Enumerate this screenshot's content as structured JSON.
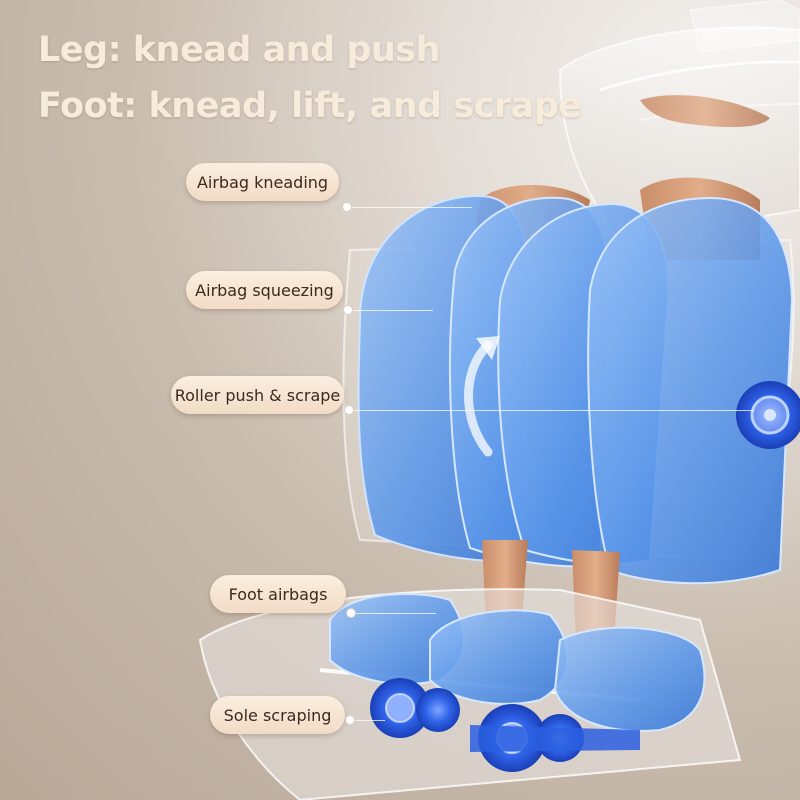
{
  "headline": {
    "line1": "Leg: knead and push",
    "line2": "Foot: knead, lift, and scrape"
  },
  "callouts": [
    {
      "label": "Airbag kneading"
    },
    {
      "label": "Airbag squeezing"
    },
    {
      "label": "Roller push & scrape"
    },
    {
      "label": "Foot airbags"
    },
    {
      "label": "Sole scraping"
    }
  ],
  "colors": {
    "headline_text": "#f7ecdc",
    "pill_fill": "#f5e3cf",
    "pill_text": "#3b2a1d",
    "airbag_blue": "#4f8ee6",
    "roller_blue": "#1e58e0"
  }
}
